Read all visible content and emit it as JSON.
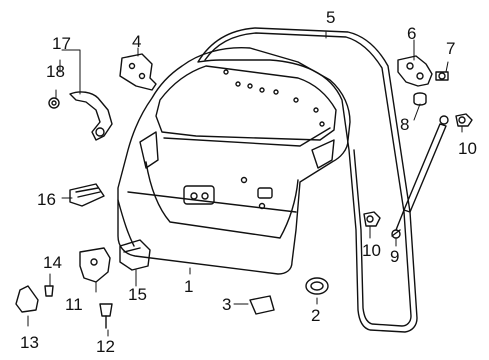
{
  "callouts": [
    "1",
    "2",
    "3",
    "4",
    "5",
    "6",
    "7",
    "8",
    "9",
    "10",
    "10",
    "11",
    "12",
    "13",
    "14",
    "15",
    "16",
    "17",
    "18"
  ],
  "colors": {
    "line": "#111111",
    "background": "#ffffff"
  }
}
